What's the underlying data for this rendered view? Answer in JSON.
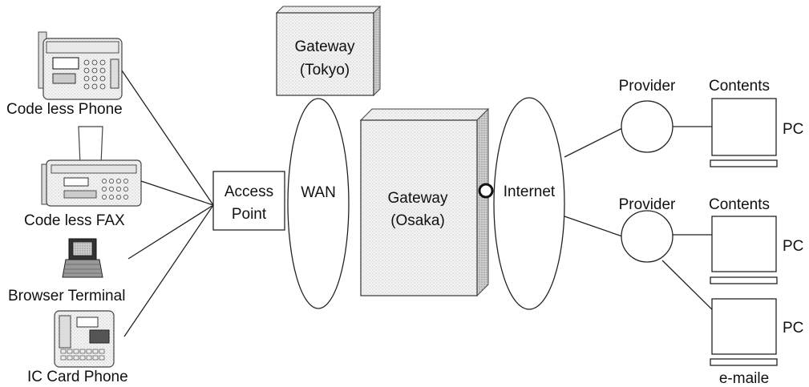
{
  "devices": {
    "cordless_phone": "Code less Phone",
    "cordless_fax": "Code less FAX",
    "browser_terminal": "Browser Terminal",
    "ic_card_phone": "IC Card Phone"
  },
  "access_point": {
    "line1": "Access",
    "line2": "Point"
  },
  "wan": "WAN",
  "gateway_tokyo": {
    "line1": "Gateway",
    "line2": "(Tokyo)"
  },
  "gateway_osaka": {
    "line1": "Gateway",
    "line2": "(Osaka)"
  },
  "internet": "Internet",
  "providers": [
    "Provider",
    "Provider"
  ],
  "contents": [
    "Contents",
    "Contents"
  ],
  "pcs": [
    "PC",
    "PC",
    "PC"
  ],
  "email": "e-maile"
}
